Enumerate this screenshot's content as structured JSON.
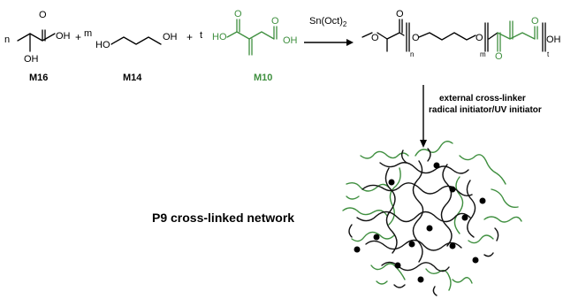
{
  "reaction": {
    "coef_m16": "n",
    "coef_m14": "m",
    "coef_m10": "t",
    "plus1": "+",
    "plus2": "+",
    "m16": {
      "code": "M16",
      "oh_acid": "OH",
      "o_carbonyl": "O",
      "oh_alcohol": "OH"
    },
    "m14": {
      "code": "M14",
      "ho_left": "HO",
      "oh_right": "OH"
    },
    "m10": {
      "code": "M10",
      "ho_left": "HO",
      "oh_right": "OH",
      "o_left": "O",
      "o_right": "O"
    },
    "catalyst": "Sn(Oct)",
    "catalyst_sub": "2"
  },
  "polymer": {
    "o_atoms": [
      "O",
      "O",
      "O",
      "O",
      "O"
    ],
    "sub_n": "n",
    "sub_m": "m",
    "sub_t": "t",
    "oh_end": "OH"
  },
  "step2": {
    "line1": "external cross-linker",
    "line2": "radical initiator/UV initiator"
  },
  "network": {
    "label": "P9 cross-linked network"
  }
}
